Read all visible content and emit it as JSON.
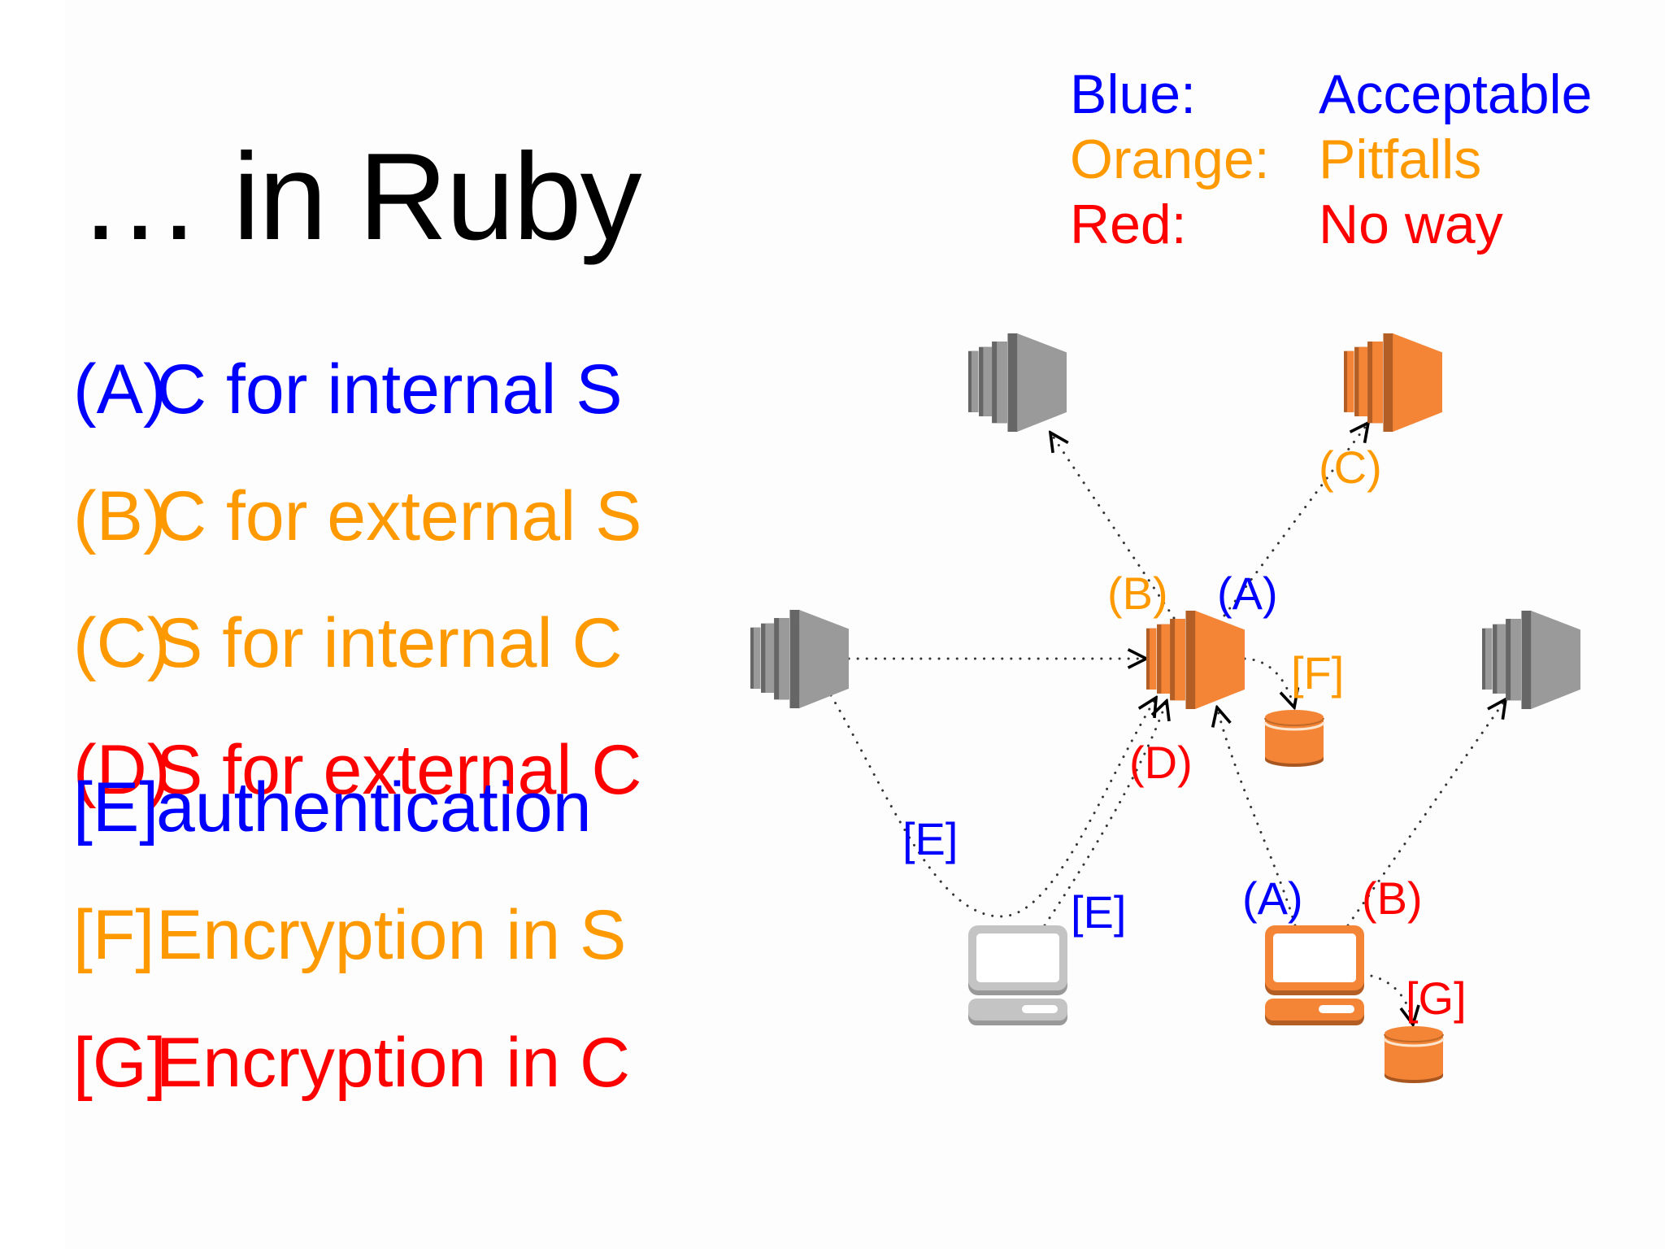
{
  "slide": {
    "title": "… in Ruby"
  },
  "legend": [
    {
      "key": "Blue:",
      "value": "Acceptable",
      "color": "#0000ff"
    },
    {
      "key": "Orange:",
      "value": "Pitfalls",
      "color": "#ff9900"
    },
    {
      "key": "Red:",
      "value": "No way",
      "color": "#ff0000"
    }
  ],
  "items": [
    {
      "tag": "(A)",
      "text": "C for internal S",
      "color": "blue"
    },
    {
      "tag": "(B)",
      "text": "C for external S",
      "color": "orange"
    },
    {
      "tag": "(C)",
      "text": "S for internal C",
      "color": "orange"
    },
    {
      "tag": "(D)",
      "text": "S for external C",
      "color": "red"
    },
    {
      "tag": "[E]",
      "text": "authentication",
      "color": "blue"
    },
    {
      "tag": "[F]",
      "text": "Encryption in S",
      "color": "orange"
    },
    {
      "tag": "[G]",
      "text": "Encryption in C",
      "color": "red"
    }
  ],
  "diagram": {
    "colors": {
      "blue": "#0000ff",
      "orange": "#ff9900",
      "red": "#ff0000",
      "icon_orange": "#f58536",
      "icon_gray": "#9a9a9a"
    },
    "nodes": [
      {
        "id": "server-top-left",
        "type": "server-icon",
        "variant": "gray"
      },
      {
        "id": "server-top-right",
        "type": "server-icon",
        "variant": "orange"
      },
      {
        "id": "server-left",
        "type": "server-icon",
        "variant": "gray"
      },
      {
        "id": "server-center",
        "type": "server-icon",
        "variant": "orange"
      },
      {
        "id": "server-right",
        "type": "server-icon",
        "variant": "gray"
      },
      {
        "id": "database-server",
        "type": "database-icon",
        "variant": "orange"
      },
      {
        "id": "client-gray",
        "type": "computer-icon",
        "variant": "gray"
      },
      {
        "id": "client-orange",
        "type": "computer-icon",
        "variant": "orange"
      },
      {
        "id": "database-client",
        "type": "database-icon",
        "variant": "orange"
      }
    ],
    "labels": [
      {
        "text": "(B)",
        "color": "orange"
      },
      {
        "text": "(A)",
        "color": "blue"
      },
      {
        "text": "(C)",
        "color": "orange"
      },
      {
        "text": "[F]",
        "color": "orange"
      },
      {
        "text": "(D)",
        "color": "red"
      },
      {
        "text": "[E]",
        "color": "blue"
      },
      {
        "text": "[E]",
        "color": "blue"
      },
      {
        "text": "(A)",
        "color": "blue"
      },
      {
        "text": "(B)",
        "color": "red"
      },
      {
        "text": "[G]",
        "color": "red"
      }
    ]
  }
}
